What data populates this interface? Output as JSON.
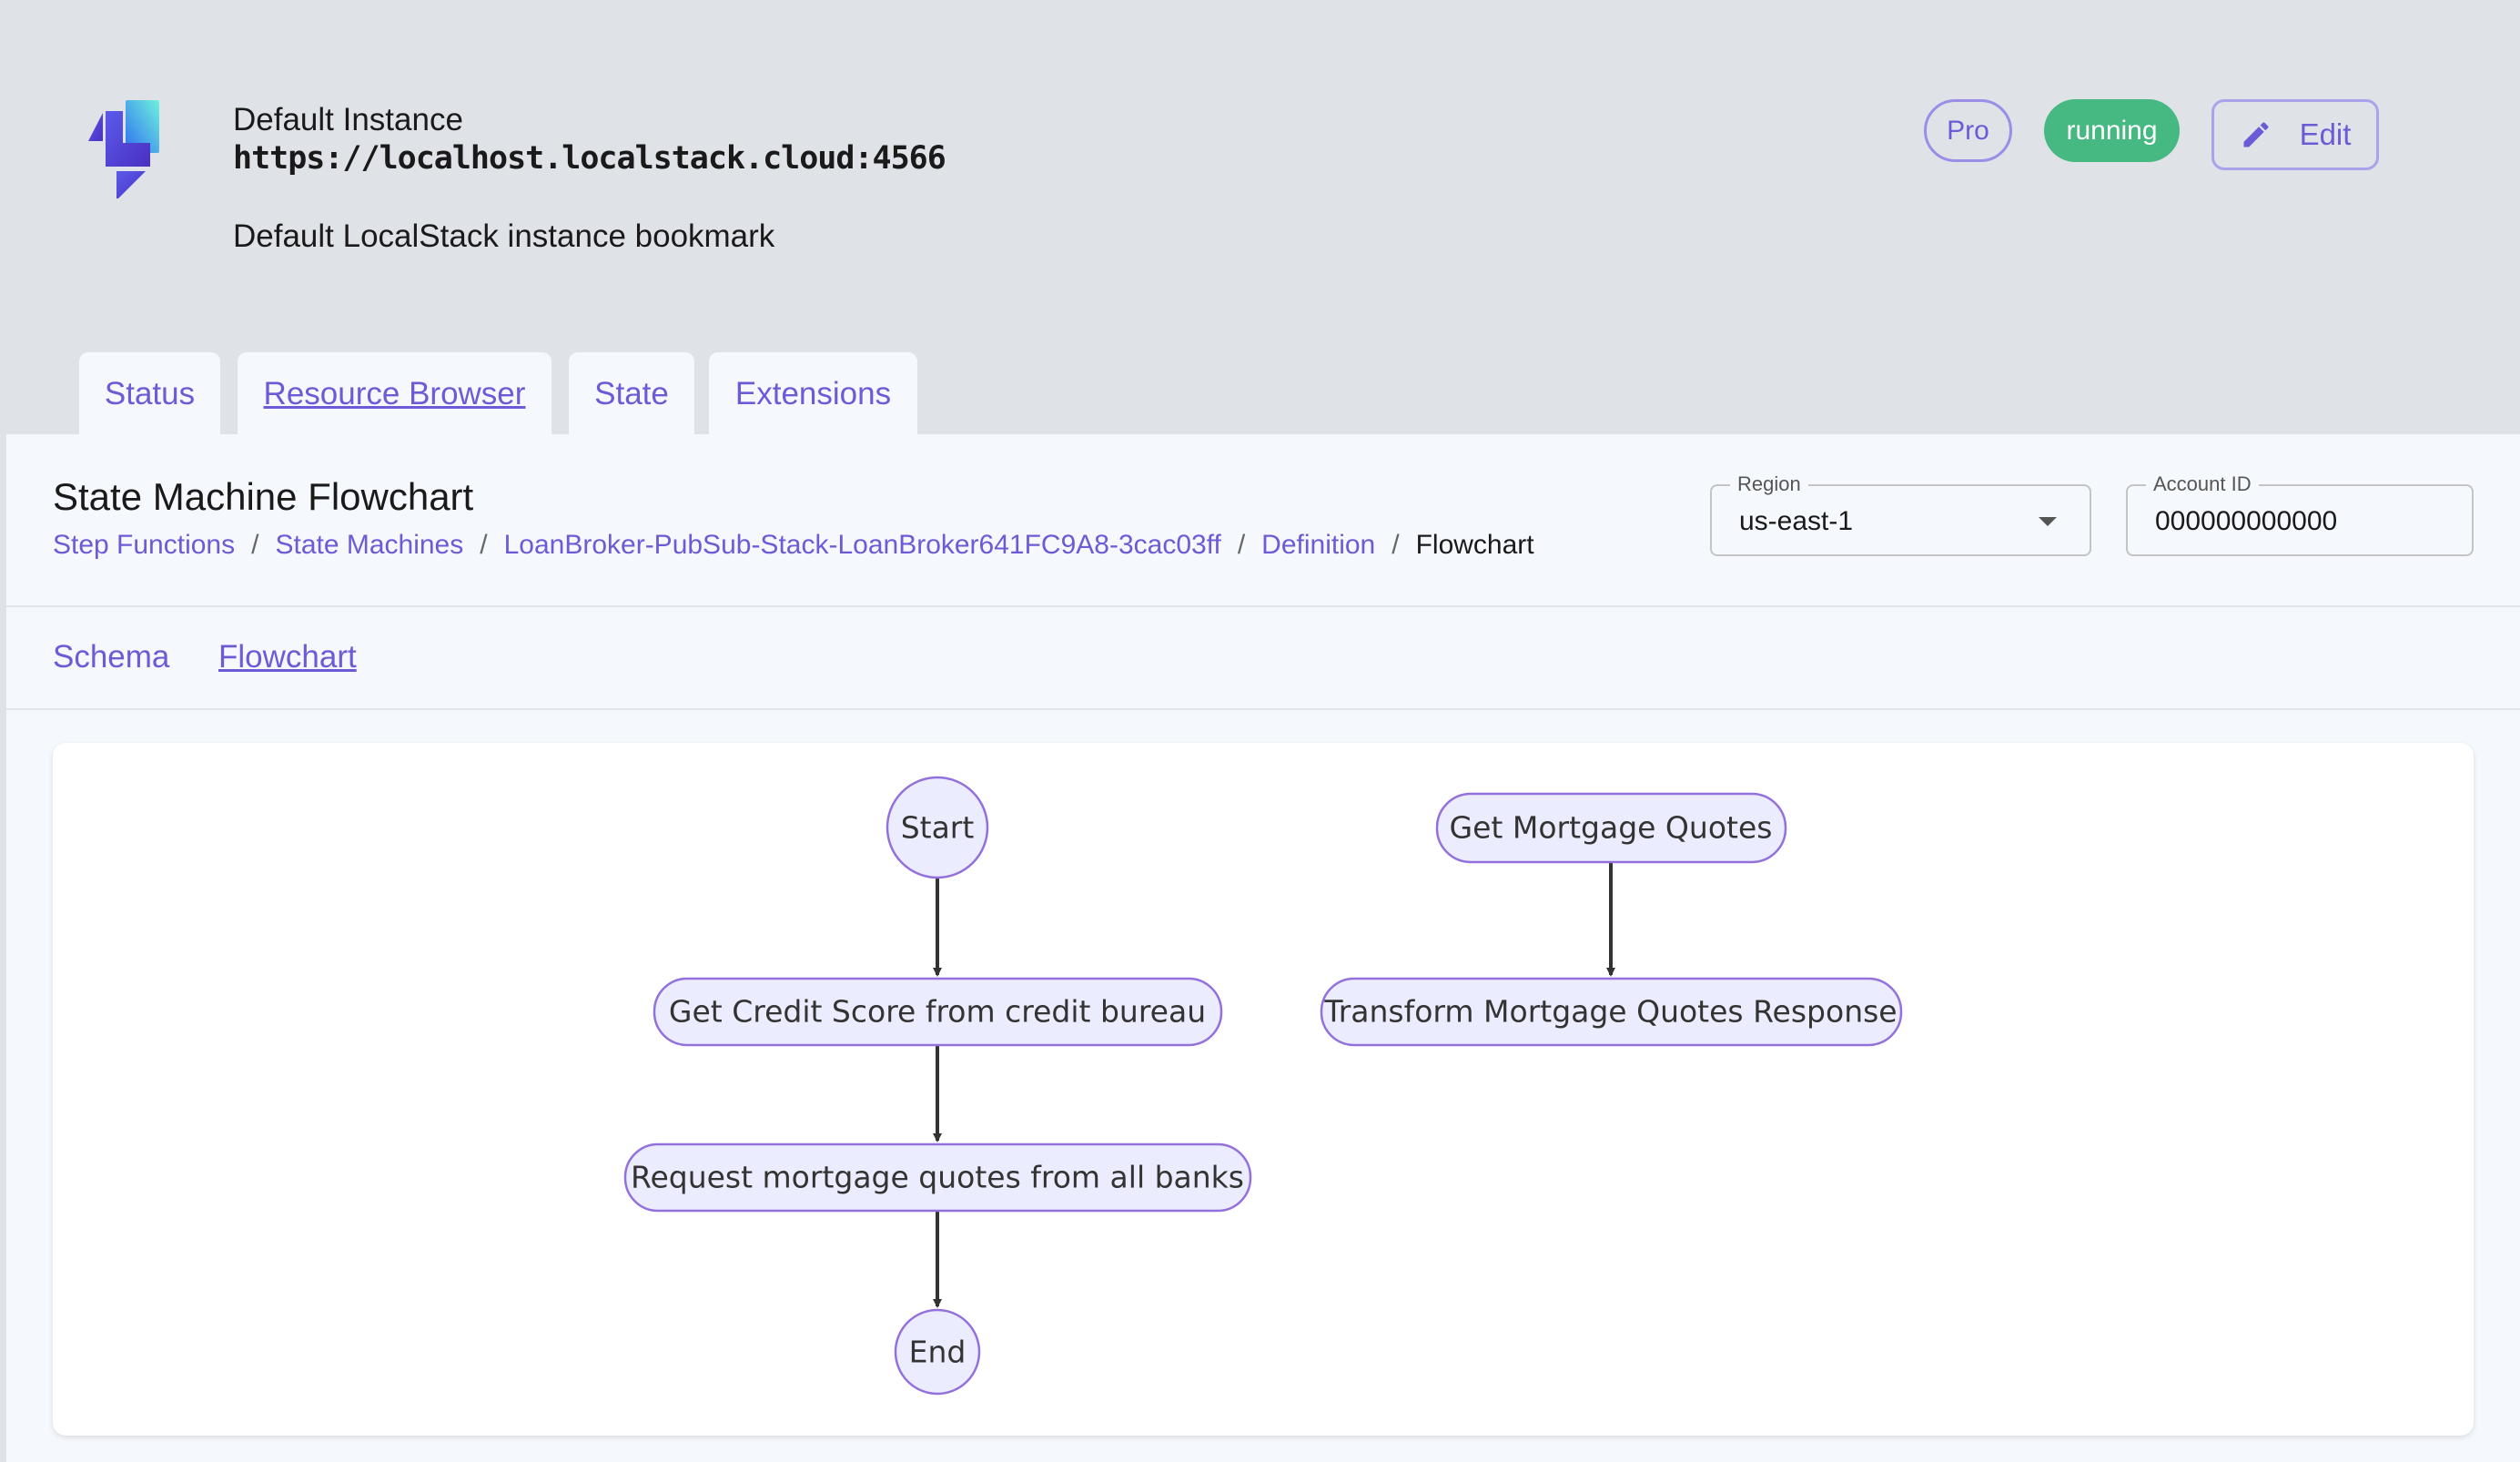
{
  "header": {
    "instance_name": "Default Instance",
    "url": "https://localhost.localstack.cloud:4566",
    "description": "Default LocalStack instance bookmark",
    "plan_badge": "Pro",
    "status_badge": "running",
    "edit_label": "Edit",
    "status_color": "#46b881",
    "accent_color": "#6b5bd6"
  },
  "tabs": [
    {
      "label": "Status"
    },
    {
      "label": "Resource Browser",
      "active": true
    },
    {
      "label": "State"
    },
    {
      "label": "Extensions"
    }
  ],
  "page": {
    "title": "State Machine Flowchart",
    "breadcrumb": [
      "Step Functions",
      "State Machines",
      "LoanBroker-PubSub-Stack-LoanBroker641FC9A8-3cac03ff",
      "Definition",
      "Flowchart"
    ],
    "region": {
      "label": "Region",
      "value": "us-east-1"
    },
    "account": {
      "label": "Account ID",
      "value": "000000000000"
    }
  },
  "subtabs": [
    {
      "label": "Schema"
    },
    {
      "label": "Flowchart",
      "active": true
    }
  ],
  "flowchart": {
    "nodes": {
      "start": "Start",
      "credit": "Get Credit Score from credit bureau",
      "request": "Request mortgage quotes from all banks",
      "end": "End",
      "quotes": "Get Mortgage Quotes",
      "transform": "Transform Mortgage Quotes Response"
    },
    "edges": [
      [
        "start",
        "credit"
      ],
      [
        "credit",
        "request"
      ],
      [
        "request",
        "end"
      ],
      [
        "quotes",
        "transform"
      ]
    ],
    "node_fill": "#ECECFF",
    "node_stroke": "#9370DB"
  }
}
